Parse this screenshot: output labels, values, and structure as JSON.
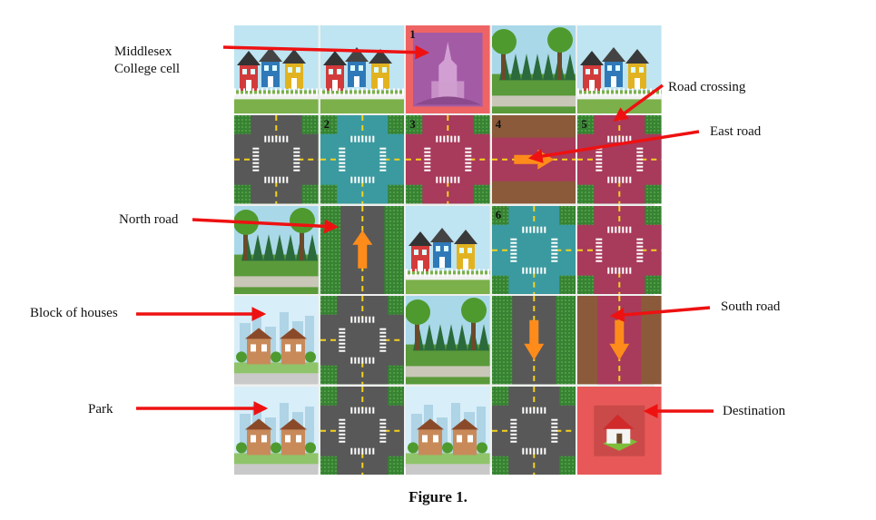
{
  "figure": {
    "caption": "Figure 1.",
    "rows": 5,
    "cols": 5,
    "cells": [
      [
        "houses",
        "houses",
        "college",
        "park",
        "houses"
      ],
      [
        "crossing-gray",
        "crossing-teal",
        "crossing-pink",
        "road-east",
        "crossing-pink"
      ],
      [
        "park",
        "road-north",
        "houses",
        "crossing-teal",
        "crossing-pink"
      ],
      [
        "city",
        "crossing-gray",
        "park",
        "road-south-green",
        "road-south-dirt"
      ],
      [
        "city",
        "crossing-gray",
        "city",
        "crossing-gray",
        "destination"
      ]
    ],
    "cell_numbers": [
      {
        "row": 0,
        "col": 2,
        "text": "1"
      },
      {
        "row": 1,
        "col": 1,
        "text": "2"
      },
      {
        "row": 1,
        "col": 2,
        "text": "3"
      },
      {
        "row": 1,
        "col": 3,
        "text": "4"
      },
      {
        "row": 1,
        "col": 4,
        "text": "5"
      },
      {
        "row": 2,
        "col": 3,
        "text": "6"
      }
    ],
    "labels": [
      {
        "id": "middlesex",
        "text": "Middlesex\nCollege cell",
        "target_row": 0,
        "target_col": 2
      },
      {
        "id": "road-crossing",
        "text": "Road crossing",
        "target_row": 1,
        "target_col": 4
      },
      {
        "id": "east-road",
        "text": "East road",
        "target_row": 1,
        "target_col": 3
      },
      {
        "id": "north-road",
        "text": "North road",
        "target_row": 2,
        "target_col": 1
      },
      {
        "id": "block-of-houses",
        "text": "Block of houses",
        "target_row": 3,
        "target_col": 0
      },
      {
        "id": "south-road",
        "text": "South road",
        "target_row": 3,
        "target_col": 4
      },
      {
        "id": "park",
        "text": "Park",
        "target_row": 4,
        "target_col": 0
      },
      {
        "id": "destination",
        "text": "Destination",
        "target_row": 4,
        "target_col": 4
      }
    ],
    "colors": {
      "arrow": "#ee1111",
      "road-arrow": "#ff8c1a",
      "road": "#585858",
      "teal": "#3a9aa0",
      "pink": "#a83a5c",
      "dirt": "#8a5a3a",
      "grass": "#3e8a3a",
      "college-bg": "#ee6464",
      "destination-bg": "#e85858"
    }
  }
}
